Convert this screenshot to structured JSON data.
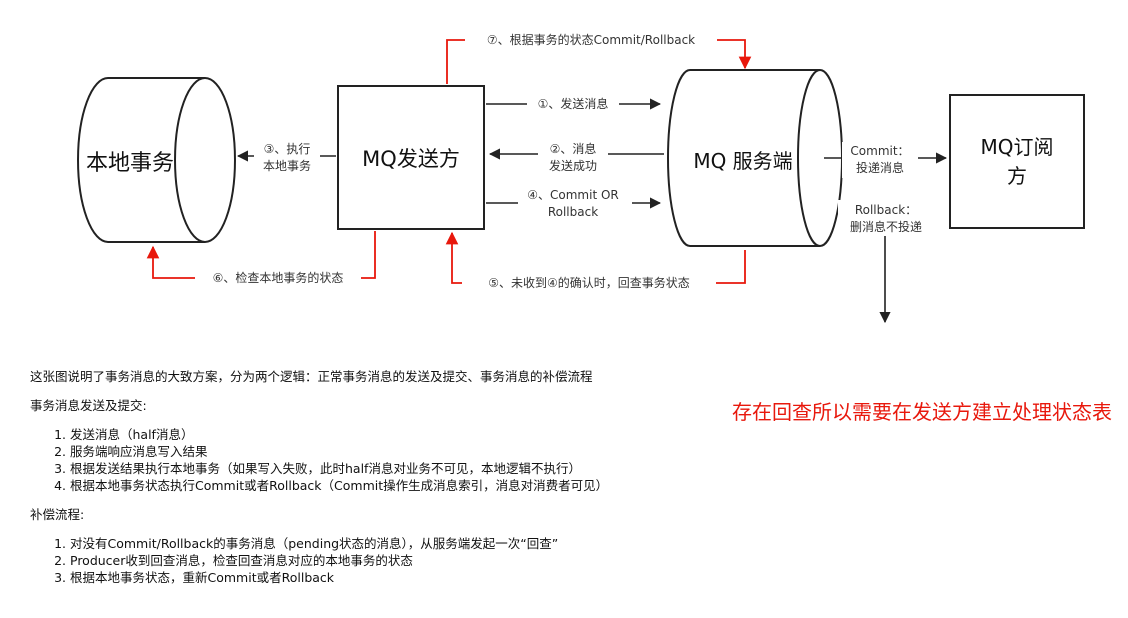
{
  "diagram": {
    "nodes": {
      "local_tx": "本地事务",
      "producer": "MQ发送方",
      "server": "MQ 服务端",
      "subscriber_line1": "MQ订阅",
      "subscriber_line2": "方"
    },
    "edges": {
      "send_msg": "①、发送消息",
      "ack_line1": "②、消息",
      "ack_line2": "发送成功",
      "exec_line1": "③、执行",
      "exec_line2": "本地事务",
      "commit_line1": "④、Commit OR",
      "commit_line2": "Rollback",
      "check_back": "⑤、未收到④的确认时，回查事务状态",
      "check_local": "⑥、检查本地事务的状态",
      "by_status": "⑦、根据事务的状态Commit/Rollback",
      "deliver_line1": "Commit：",
      "deliver_line2": "投递消息",
      "rollback_line1": "Rollback：",
      "rollback_line2": "删消息不投递"
    }
  },
  "description": {
    "intro": "这张图说明了事务消息的大致方案，分为两个逻辑：正常事务消息的发送及提交、事务消息的补偿流程",
    "section1_title": "事务消息发送及提交:",
    "section1_items": [
      "发送消息（half消息）",
      "服务端响应消息写入结果",
      "根据发送结果执行本地事务（如果写入失败，此时half消息对业务不可见，本地逻辑不执行）",
      "根据本地事务状态执行Commit或者Rollback（Commit操作生成消息索引，消息对消费者可见）"
    ],
    "section2_title": "补偿流程:",
    "section2_items": [
      "对没有Commit/Rollback的事务消息（pending状态的消息），从服务端发起一次“回查”",
      "Producer收到回查消息，检查回查消息对应的本地事务的状态",
      "根据本地事务状态，重新Commit或者Rollback"
    ]
  },
  "note": "存在回查所以需要在发送方建立处理状态表",
  "colors": {
    "red_arrow": "#e8180c",
    "line": "#222222",
    "note_text": "#e8180c"
  }
}
